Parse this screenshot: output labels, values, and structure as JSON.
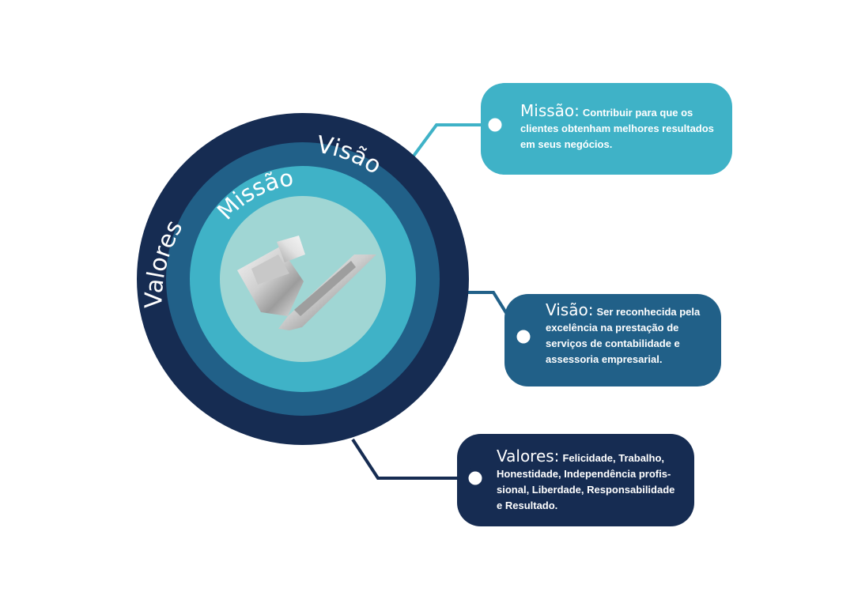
{
  "colors": {
    "outer_ring": "#162c52",
    "middle_ring": "#216088",
    "inner_ring": "#3fb2c7",
    "core": "#a0d6d4",
    "card_missao": "#3fb2c7",
    "card_visao": "#216088",
    "card_valores": "#162c52",
    "connector": "#3fb2c7"
  },
  "diagram": {
    "ring_labels": {
      "outer": "Valores",
      "middle": "Visão",
      "inner": "Missão"
    },
    "center_icon": "checkmark-logo-icon"
  },
  "cards": {
    "missao": {
      "title": "Missão:",
      "text": "Contribuir para que os clientes obtenham melhores resultados em seus negócios."
    },
    "visao": {
      "title": "Visão:",
      "text": "Ser reconhecida pela excelência na prestação de serviços de contabilidade e assessoria empresarial."
    },
    "valores": {
      "title": "Valores:",
      "text": "Felicidade, Trabalho, Honestidade, Independência profis-sional, Liberdade, Responsabilidade e Resultado."
    }
  }
}
